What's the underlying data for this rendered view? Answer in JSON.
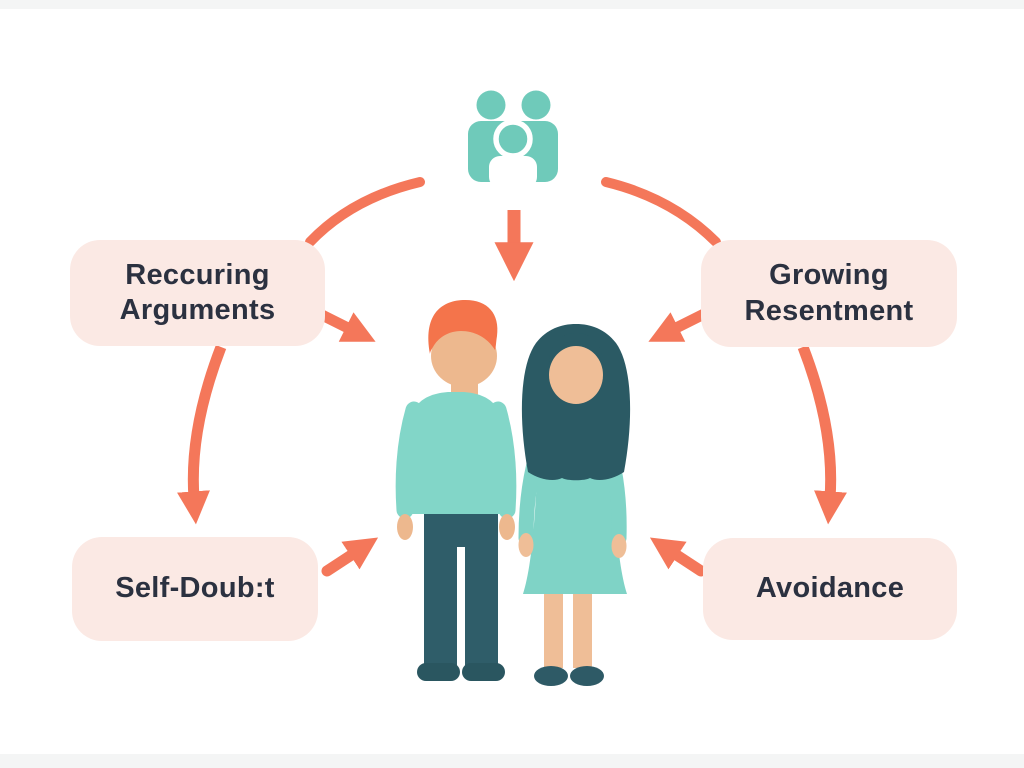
{
  "background": "#FFFFFF",
  "palette": {
    "arrow": "#F4775A",
    "node_bg": "#FBE9E4",
    "node_text": "#2B3140",
    "icon_teal": "#6FCABA",
    "shirt_teal": "#82D6C8",
    "dress_teal": "#7FD3C6",
    "man_skin": "#EDB88E",
    "woman_skin": "#EFBE97",
    "hair_orange": "#F4744B",
    "hair_dark_teal": "#2B5A64",
    "pants_dark": "#2F5D69",
    "shoe_dark": "#2A5660"
  },
  "diagram": {
    "center_icon": "family-group-icon",
    "center_illustration": "couple-standing",
    "nodes": [
      {
        "id": "recurring-arguments",
        "label": "Reccuring\nArguments"
      },
      {
        "id": "growing-resentment",
        "label": "Growing\nResentment"
      },
      {
        "id": "self-doubt",
        "label": "Self-Doub:t"
      },
      {
        "id": "avoidance",
        "label": "Avoidance"
      }
    ],
    "edges": [
      {
        "from": "family-group-icon",
        "to": "recurring-arguments"
      },
      {
        "from": "family-group-icon",
        "to": "couple-standing"
      },
      {
        "from": "family-group-icon",
        "to": "growing-resentment"
      },
      {
        "from": "recurring-arguments",
        "to": "couple-standing"
      },
      {
        "from": "growing-resentment",
        "to": "couple-standing"
      },
      {
        "from": "recurring-arguments",
        "to": "self-doubt"
      },
      {
        "from": "growing-resentment",
        "to": "avoidance"
      },
      {
        "from": "self-doubt",
        "to": "couple-standing"
      },
      {
        "from": "avoidance",
        "to": "couple-standing"
      }
    ]
  }
}
